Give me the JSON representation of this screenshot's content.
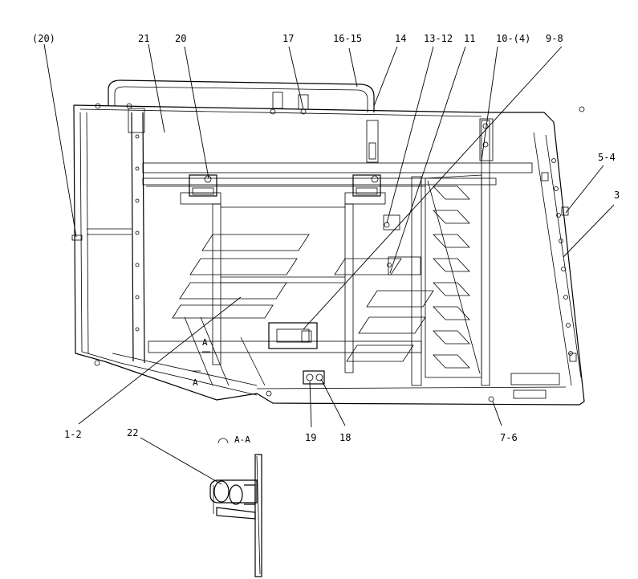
{
  "callouts": {
    "p20b": "(20)",
    "p21": "21",
    "p20": "20",
    "p17": "17",
    "p16_15": "16-15",
    "p14": "14",
    "p13_12": "13-12",
    "p11": "11",
    "p10_4": "10-(4)",
    "p9_8": "9-8",
    "p5_4": "5-4",
    "p3": "3",
    "p1_2": "1-2",
    "p19": "19",
    "p18": "18",
    "p7_6": "7-6",
    "p22": "22"
  },
  "section": {
    "view_label": "A-A",
    "cut_mark_upper": "A",
    "cut_mark_lower": "A"
  }
}
